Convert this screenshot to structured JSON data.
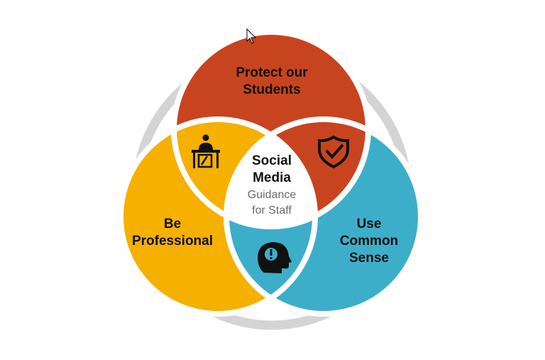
{
  "center": {
    "title_line1": "Social",
    "title_line2": "Media",
    "subtitle_line1": "Guidance",
    "subtitle_line2": "for Staff"
  },
  "petals": [
    {
      "line1": "Protect our",
      "line2": "Students",
      "color": "#C8441F"
    },
    {
      "line1": "Be",
      "line2": "Professional",
      "color": "#F6B000"
    },
    {
      "line1": "Use",
      "line2": "Common",
      "line3": "Sense",
      "color": "#3DAEC9"
    }
  ],
  "ring_color": "#D4D4D4",
  "icons": [
    "person-at-desk-icon",
    "shield-check-icon",
    "head-exclamation-icon",
    "mouse-cursor-icon"
  ]
}
